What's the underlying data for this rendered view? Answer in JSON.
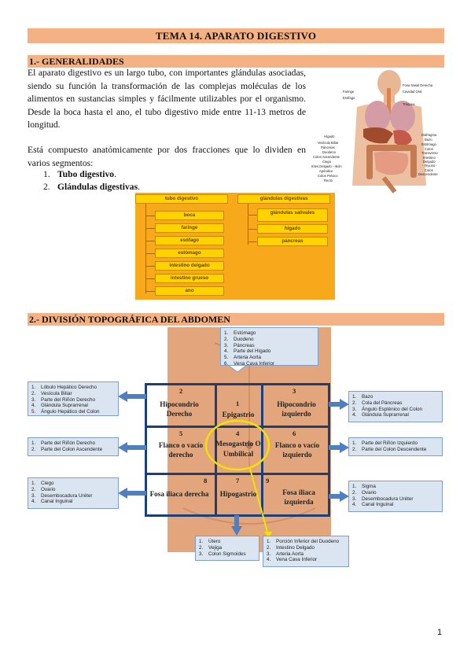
{
  "title": "TEMA 14. APARATO DIGESTIVO",
  "section1": {
    "heading": "1.- GENERALIDADES",
    "para1": "El aparato digestivo es un largo tubo, con importantes glándulas asociadas, siendo su función la transformación de las complejas moléculas de los alimentos en sustancias simples y fácilmente utilizables por el organismo. Desde la boca hasta el ano, el tubo digestivo mide entre 11-13 metros de longitud.",
    "para2": "Está compuesto anatómicamente por dos fracciones que lo dividen en varios segmentos:",
    "list": [
      {
        "num": "1.",
        "text": "Tubo digestivo",
        "end": "."
      },
      {
        "num": "2.",
        "text": "Glándulas digestivas",
        "end": "."
      }
    ]
  },
  "anatomy_labels": {
    "left": [
      "Faringe",
      "Esófago",
      "Hígado",
      "Vesícula Biliar",
      "Páncreas",
      "Duodeno",
      "Colon Ascendente",
      "Ciego",
      "Intes.Delgado - Ileón",
      "Apéndice",
      "Colon Pelvico",
      "Recto"
    ],
    "right": [
      "Fosa Nasal Derecha",
      "Cavidad Oral",
      "Tráquea",
      "Diafragma",
      "Bazo",
      "Estómago",
      "Colon",
      "Transverso",
      "Intestino",
      "Delgado",
      "- Yeyuno -",
      "Colon",
      "Descendente"
    ]
  },
  "diagram": {
    "tubo_header": "tubo digestivo",
    "glandulas_header": "glándulas digestivas",
    "tubo_items": [
      "boca",
      "faringe",
      "esófago",
      "estómago",
      "intestino delgado",
      "intestino grueso",
      "ano"
    ],
    "glandulas_items": [
      "glándulas salivales",
      "hígado",
      "páncreas"
    ]
  },
  "section2": {
    "heading": "2.- DIVISIÓN TOPOGRÁFICA DEL ABDOMEN",
    "regions": [
      {
        "num": "2",
        "name": "Hipocondrio Derecho"
      },
      {
        "num": "1",
        "name": "Epigastrio"
      },
      {
        "num": "3",
        "name": "Hipocondrio izquierdo"
      },
      {
        "num": "5",
        "name": "Flanco o vacío derecho"
      },
      {
        "num": "4",
        "name": "Mesogastrio O Umbilical"
      },
      {
        "num": "6",
        "name": "Flanco o vacío izquierdo"
      },
      {
        "num": "8",
        "name": "Fosa iliaca derecha"
      },
      {
        "num": "7",
        "name": "Hipogastrio"
      },
      {
        "num": "9",
        "name": "Fosa iliaca izquierda"
      }
    ],
    "boxes": {
      "epigastrio": [
        "Estómago",
        "Duodeno",
        "Páncreas",
        "Parte del Hígado",
        "Arteria Aorta",
        "Vena Cava Inferior"
      ],
      "hipocondrio_der": [
        "Lóbulo Hepático Derecho",
        "Vesícula Biliar",
        "Parte del Riñón Derecho",
        "Glándula Suprarrenal",
        "Ángulo Hepático del Colon"
      ],
      "flanco_der": [
        "Parte del Riñón Derecho",
        "Parte del Colon Ascendente"
      ],
      "fosa_der": [
        "Ciego",
        "Ovario",
        "Desembocadura Uréter",
        "Canal Inguinal"
      ],
      "hipocondrio_izq": [
        "Bazo",
        "Cola del Páncreas",
        "Ángulo Esplénico del Colon",
        "Glándula Suprarrenal"
      ],
      "flanco_izq": [
        "Parte del Riñón Izquierdo",
        "Parte del Colon Descendente"
      ],
      "fosa_izq": [
        "Sigma",
        "Ovario",
        "Desembocadura Uréter",
        "Canal Inguinal"
      ],
      "hipogastrio": [
        "Útero",
        "Vejiga",
        "Colon Sigmoides"
      ],
      "mesogastrio": [
        "Porción Inferior del Duodeno",
        "Intestino Delgado",
        "Arteria Aorta",
        "Vena Cava Inferior"
      ]
    }
  },
  "page_number": "1",
  "colors": {
    "heading_bar": "#f4b183",
    "diagram_bg": "#f7a81b",
    "diagram_box": "#ffd200",
    "grid": "#1b3f78",
    "info_box": "#dbe5f1",
    "highlight": "#f2e200"
  }
}
